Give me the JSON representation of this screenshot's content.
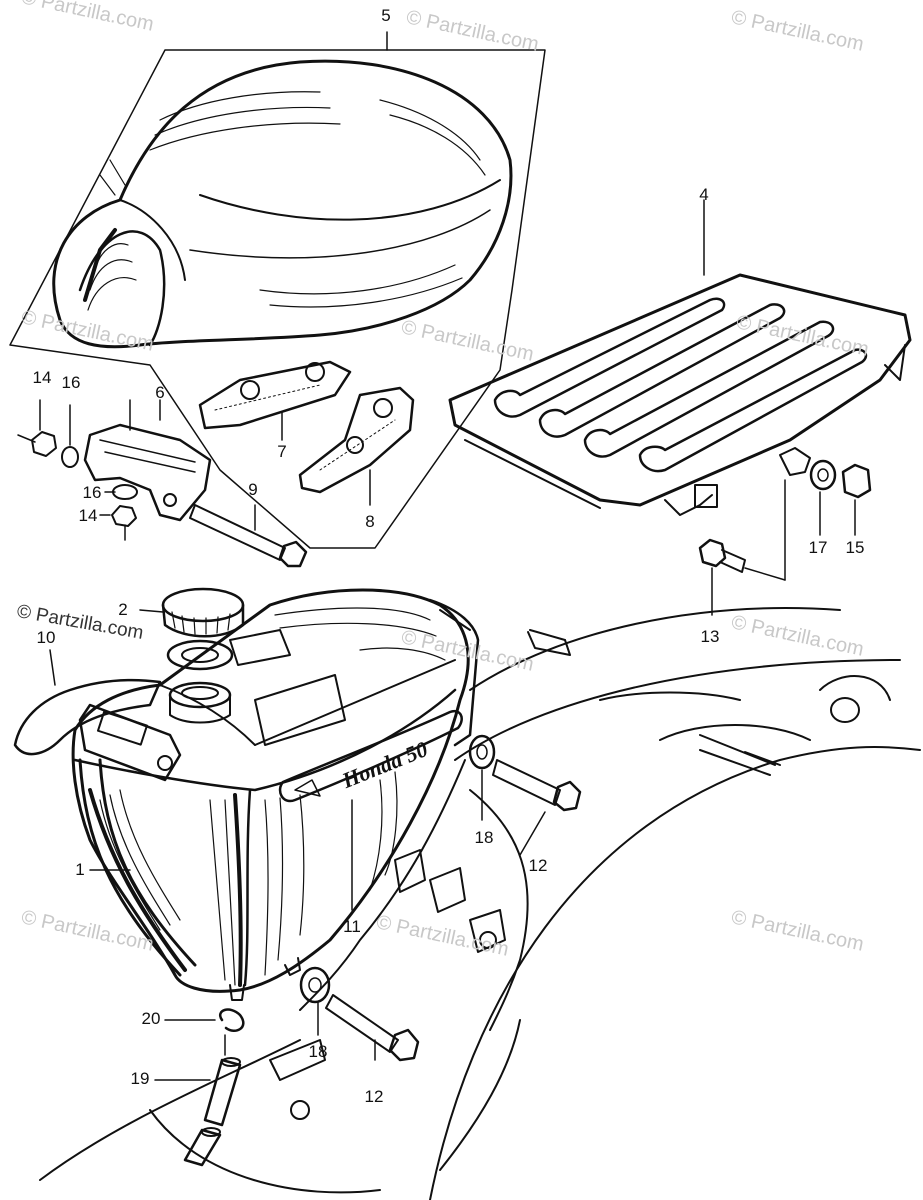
{
  "watermark": "© Partzilla.com",
  "brand_badge": "Honda 50",
  "callouts": {
    "c1": "1",
    "c2": "2",
    "c4": "4",
    "c5": "5",
    "c6": "6",
    "c7": "7",
    "c8": "8",
    "c9": "9",
    "c10": "10",
    "c11": "11",
    "c12a": "12",
    "c12b": "12",
    "c13": "13",
    "c14a": "14",
    "c14b": "14",
    "c15": "15",
    "c16a": "16",
    "c16b": "16",
    "c17": "17",
    "c18a": "18",
    "c18b": "18",
    "c19": "19",
    "c20": "20"
  },
  "colors": {
    "ink": "#111111",
    "watermark": "#c8c8c8"
  }
}
